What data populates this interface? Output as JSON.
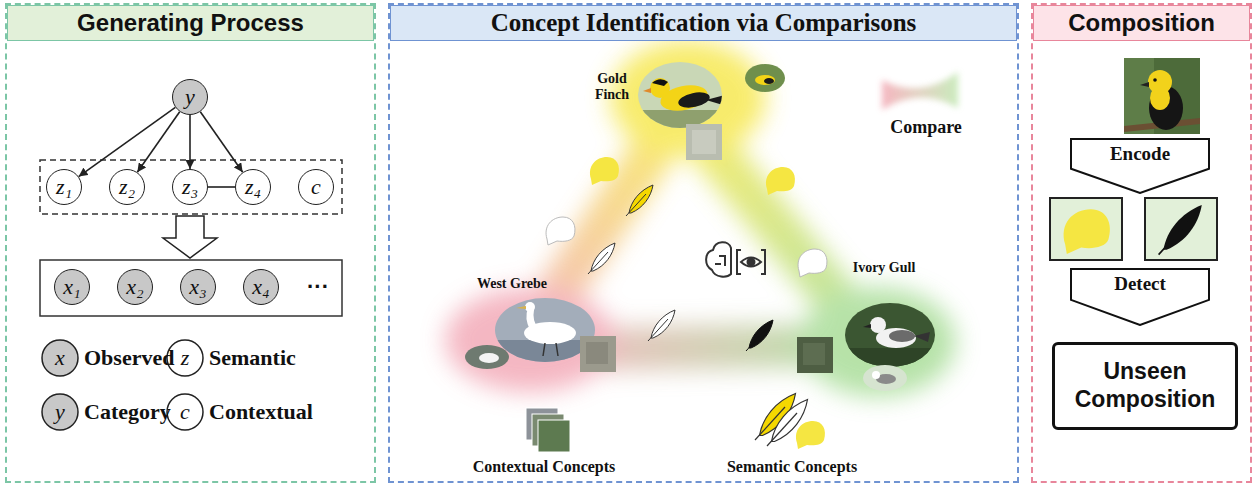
{
  "diagram": {
    "nodes": [
      {
        "text": [
          "Generating Process"
        ]
      },
      {
        "text": [
          "y"
        ],
        "in": 0
      },
      {
        "text": [
          "z₁"
        ],
        "in": 0
      },
      {
        "text": [
          "z₂"
        ],
        "in": 0
      },
      {
        "text": [
          "z₃"
        ],
        "in": 0
      },
      {
        "text": [
          "z₄"
        ],
        "in": 0
      },
      {
        "text": [
          "c"
        ],
        "in": 0
      },
      {
        "text": [
          "x₁"
        ],
        "in": 0
      },
      {
        "text": [
          "x₂"
        ],
        "in": 0
      },
      {
        "text": [
          "x₃"
        ],
        "in": 0
      },
      {
        "text": [
          "x₄"
        ],
        "in": 0
      },
      {
        "text": [
          "Concept Identification via Comparisons"
        ]
      },
      {
        "text": [
          "Composition"
        ]
      },
      {
        "text": [
          "Encode"
        ],
        "in": 12
      },
      {
        "text": [
          "Detect"
        ],
        "in": 12
      },
      {
        "text": [
          "Unseen Composition"
        ],
        "in": 12
      }
    ],
    "edges": [
      {
        "from": 1,
        "to": 2,
        "arrow": "to"
      },
      {
        "from": 1,
        "to": 3,
        "arrow": "to"
      },
      {
        "from": 1,
        "to": 4,
        "arrow": "to"
      },
      {
        "from": 1,
        "to": 5,
        "arrow": "to"
      },
      {
        "from": 4,
        "to": 5,
        "arrow": "none"
      }
    ],
    "labels": [
      "···",
      "x",
      "z",
      "y",
      "c",
      "Gold Finch",
      "West Grebe",
      "Ivory Gull",
      "Compare",
      "Contextual Concepts",
      "Semantic Concepts"
    ],
    "legend": [
      {
        "text": "Observed"
      },
      {
        "text": "Semantic"
      },
      {
        "text": "Category"
      },
      {
        "text": "Contextual"
      }
    ]
  }
}
